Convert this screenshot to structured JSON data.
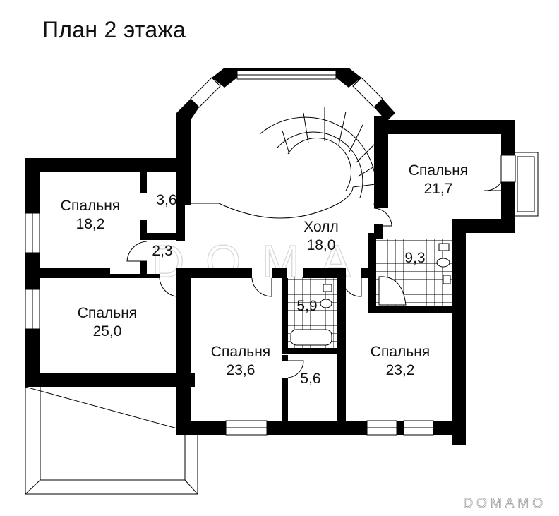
{
  "title": "План 2 этажа",
  "watermark": "DOMAMO",
  "colors": {
    "wall": "#000000",
    "background": "#ffffff",
    "tile": "#000000",
    "watermark": "#cccccc"
  },
  "rooms": [
    {
      "name": "Спальня",
      "area": "18,2"
    },
    {
      "name": "",
      "area": "3,6"
    },
    {
      "name": "",
      "area": "2,3"
    },
    {
      "name": "Спальня",
      "area": "25,0"
    },
    {
      "name": "Холл",
      "area": "18,0"
    },
    {
      "name": "Спальня",
      "area": "21,7"
    },
    {
      "name": "",
      "area": "9,3"
    },
    {
      "name": "",
      "area": "5,9"
    },
    {
      "name": "Спальня",
      "area": "23,6"
    },
    {
      "name": "",
      "area": "5,6"
    },
    {
      "name": "Спальня",
      "area": "23,2"
    }
  ]
}
